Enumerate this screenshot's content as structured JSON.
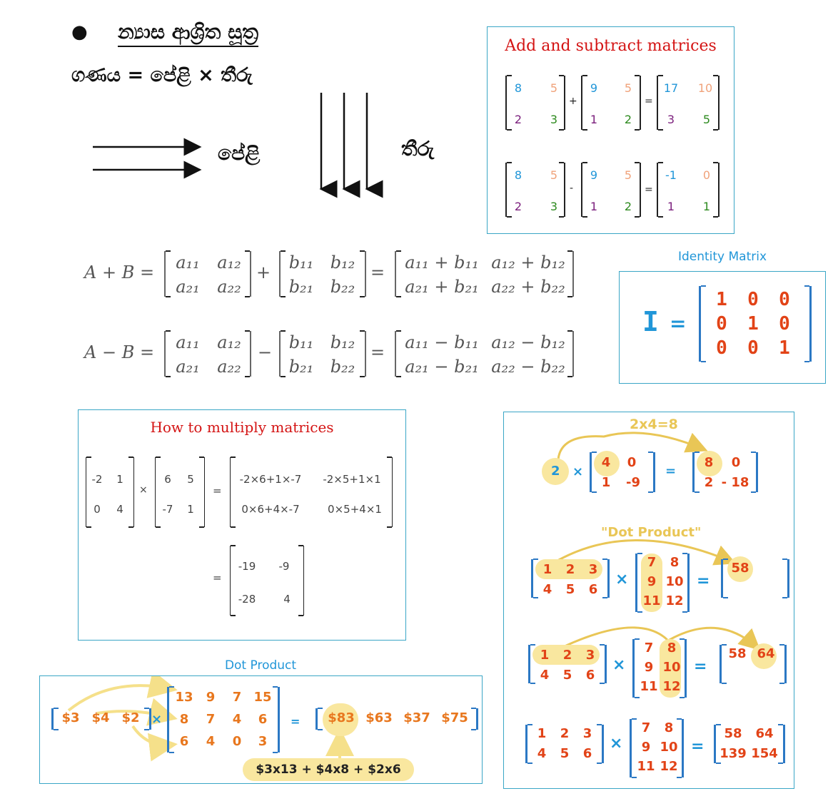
{
  "header": {
    "bullet": "●",
    "title": "න්‍යාස ආශ්‍රිත සූත්‍ර",
    "formula": "ගණය = පේළි × තීරු",
    "rows_label": "පේළි",
    "cols_label": "තීරු"
  },
  "add_sub": {
    "title": "Add and subtract matrices",
    "plus": "+",
    "minus": "-",
    "equals": "=",
    "add": {
      "a": [
        "8",
        "5",
        "2",
        "3"
      ],
      "b": [
        "9",
        "5",
        "1",
        "2"
      ],
      "r": [
        "17",
        "10",
        "3",
        "5"
      ]
    },
    "sub": {
      "a": [
        "8",
        "5",
        "2",
        "3"
      ],
      "b": [
        "9",
        "5",
        "1",
        "2"
      ],
      "r": [
        "-1",
        "0",
        "1",
        "1"
      ]
    }
  },
  "general": {
    "add_lhs": "A + B =",
    "sub_lhs": "A − B =",
    "plus": "+",
    "minus": "−",
    "equals": "=",
    "a": [
      "a₁₁",
      "a₁₂",
      "a₂₁",
      "a₂₂"
    ],
    "b": [
      "b₁₁",
      "b₁₂",
      "b₂₁",
      "b₂₂"
    ],
    "sum": [
      "a₁₁ + b₁₁",
      "a₁₂ + b₁₂",
      "a₂₁ + b₂₁",
      "a₂₂ + b₂₂"
    ],
    "diff": [
      "a₁₁ − b₁₁",
      "a₁₂ − b₁₂",
      "a₂₁ − b₂₁",
      "a₂₂ − b₂₂"
    ]
  },
  "identity": {
    "title": "Identity Matrix",
    "symbol": "I",
    "equals": "=",
    "cells": [
      "1",
      "0",
      "0",
      "0",
      "1",
      "0",
      "0",
      "0",
      "1"
    ]
  },
  "multiply": {
    "title": "How to multiply matrices",
    "times": "×",
    "equals": "=",
    "a": [
      "-2",
      "1",
      "0",
      "4"
    ],
    "b": [
      "6",
      "5",
      "-7",
      "1"
    ],
    "expanded": [
      "-2×6+1×-7",
      "-2×5+1×1",
      "0×6+4×-7",
      "0×5+4×1"
    ],
    "result": [
      "-19",
      "-9",
      "-28",
      "4"
    ]
  },
  "dot": {
    "title": "Dot Product",
    "row": [
      "$3",
      "$4",
      "$2"
    ],
    "times": "×",
    "equals": "=",
    "matrix": [
      "13",
      "9",
      "7",
      "15",
      "8",
      "7",
      "4",
      "6",
      "6",
      "4",
      "0",
      "3"
    ],
    "result": [
      "$83",
      "$63",
      "$37",
      "$75"
    ],
    "caption": "$3x13 + $4x8 + $2x6"
  },
  "visual": {
    "scalar_label": "2x4=8",
    "scalar": "2",
    "times": "×",
    "equals": "=",
    "s_mat": [
      "4",
      "0",
      "1",
      "-9"
    ],
    "s_res": [
      "8",
      "0",
      "2",
      "- 18"
    ],
    "dot_label": "\"Dot Product\"",
    "A": [
      "1",
      "2",
      "3",
      "4",
      "5",
      "6"
    ],
    "B": [
      "7",
      "8",
      "9",
      "10",
      "11",
      "12"
    ],
    "r1": [
      "58"
    ],
    "r2": [
      "58",
      "64"
    ],
    "r4": [
      "58",
      "64",
      "139",
      "154"
    ]
  }
}
